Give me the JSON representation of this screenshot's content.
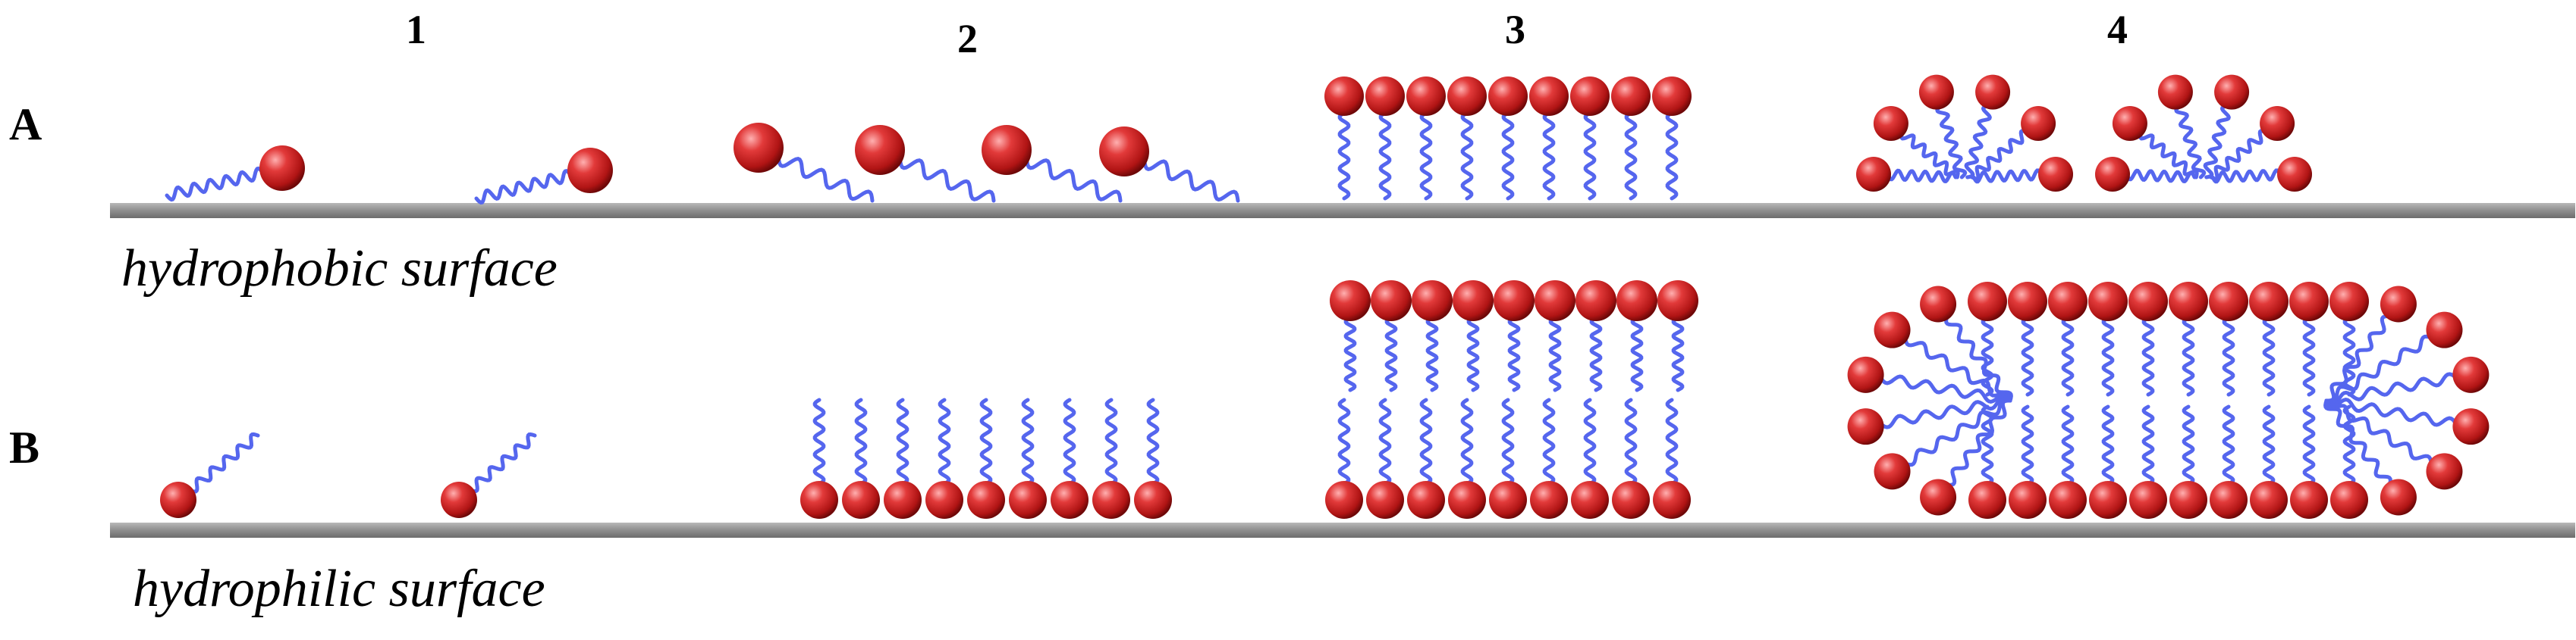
{
  "column_labels": [
    "1",
    "2",
    "3",
    "4"
  ],
  "row_labels": [
    "A",
    "B"
  ],
  "surfaces": {
    "hydrophobic": "hydrophobic surface",
    "hydrophilic": "hydrophilic surface"
  },
  "colors": {
    "head": "#d42626",
    "head_highlight": "#ff9a9a",
    "head_shadow": "#7a0a0a",
    "tail": "#5566ee",
    "surface": "#9a9a9a"
  },
  "icons": [
    "lipid-head-icon",
    "lipid-tail-icon"
  ]
}
